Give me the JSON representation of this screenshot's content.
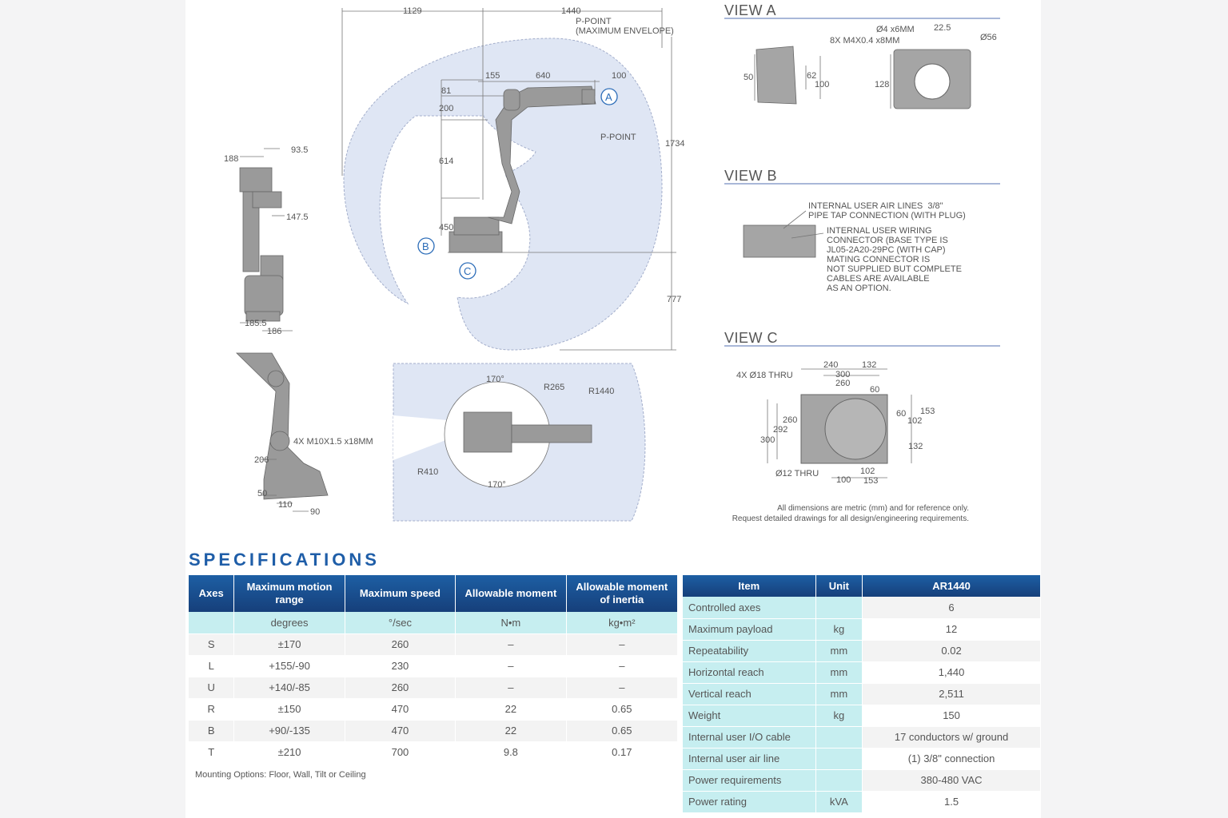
{
  "drawings": {
    "side_view": {
      "dims": [
        "1129",
        "1440",
        "P-POINT",
        "(MAXIMUM ENVELOPE)",
        "155",
        "640",
        "100",
        "81",
        "200",
        "614",
        "450",
        "P-POINT",
        "1734",
        "777"
      ],
      "markers": [
        "A",
        "B",
        "C"
      ]
    },
    "left_view": {
      "dims": [
        "188",
        "93.5",
        "147.5",
        "185.5",
        "186"
      ]
    },
    "rear_view": {
      "dims": [
        "4X M10X1.5 x18MM",
        "206",
        "50",
        "110",
        "90"
      ]
    },
    "top_view": {
      "dims": [
        "170°",
        "R265",
        "R1440",
        "R410",
        "170°"
      ]
    },
    "view_a": {
      "title": "VIEW A",
      "dims": [
        "Ø4 x6MM",
        "22.5",
        "8X M4X0.4 x8MM",
        "Ø56",
        "50",
        "62",
        "100",
        "128"
      ]
    },
    "view_b": {
      "title": "VIEW B",
      "note1": "INTERNAL USER AIR LINES  3/8\"\nPIPE TAP CONNECTION (WITH PLUG)",
      "note2": "INTERNAL USER WIRING\nCONNECTOR (BASE TYPE IS\nJL05-2A20-29PC (WITH CAP)\nMATING CONNECTOR IS\nNOT SUPPLIED BUT COMPLETE\nCABLES ARE AVAILABLE\nAS AN OPTION."
    },
    "view_c": {
      "title": "VIEW C",
      "dims": [
        "4X Ø18 THRU",
        "240",
        "132",
        "300",
        "260",
        "60",
        "60",
        "153",
        "102",
        "260",
        "292",
        "300",
        "132",
        "Ø12 THRU",
        "100",
        "102",
        "153"
      ]
    },
    "disclaimer_1": "All dimensions are metric (mm) and for reference only.",
    "disclaimer_2": "Request detailed drawings for all design/engineering requirements."
  },
  "specifications": {
    "title": "SPECIFICATIONS",
    "axes_table": {
      "headers": [
        "Axes",
        "Maximum motion range",
        "Maximum speed",
        "Allowable moment",
        "Allowable moment of inertia"
      ],
      "units": [
        "",
        "degrees",
        "°/sec",
        "N•m",
        "kg•m²"
      ],
      "rows": [
        [
          "S",
          "±170",
          "260",
          "–",
          "–"
        ],
        [
          "L",
          "+155/-90",
          "230",
          "–",
          "–"
        ],
        [
          "U",
          "+140/-85",
          "260",
          "–",
          "–"
        ],
        [
          "R",
          "±150",
          "470",
          "22",
          "0.65"
        ],
        [
          "B",
          "+90/-135",
          "470",
          "22",
          "0.65"
        ],
        [
          "T",
          "±210",
          "700",
          "9.8",
          "0.17"
        ]
      ],
      "footnote": "Mounting Options: Floor, Wall, Tilt or Ceiling"
    },
    "item_table": {
      "headers": [
        "Item",
        "Unit",
        "AR1440"
      ],
      "rows": [
        [
          "Controlled axes",
          "",
          "6"
        ],
        [
          "Maximum payload",
          "kg",
          "12"
        ],
        [
          "Repeatability",
          "mm",
          "0.02"
        ],
        [
          "Horizontal reach",
          "mm",
          "1,440"
        ],
        [
          "Vertical reach",
          "mm",
          "2,511"
        ],
        [
          "Weight",
          "kg",
          "150"
        ],
        [
          "Internal user I/O cable",
          "",
          "17 conductors w/ ground"
        ],
        [
          "Internal user air line",
          "",
          "(1) 3/8\" connection"
        ],
        [
          "Power requirements",
          "",
          "380-480 VAC"
        ],
        [
          "Power rating",
          "kVA",
          "1.5"
        ]
      ]
    }
  },
  "colors": {
    "accent": "#1f5ea8",
    "envelope": "#dfe6f4",
    "teal": "#c6eef0",
    "robot": "#9a9a9a"
  }
}
